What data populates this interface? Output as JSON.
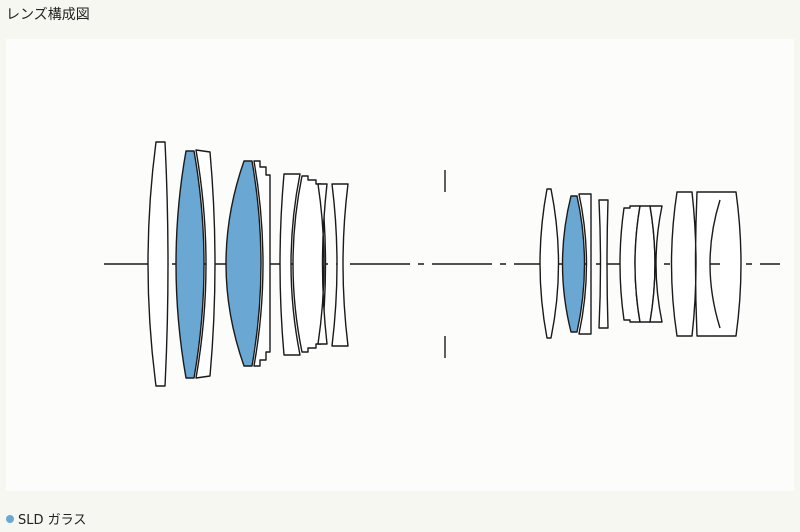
{
  "title": "レンズ構成図",
  "legend": {
    "label": "SLD ガラス"
  },
  "colors": {
    "sld": "#6aa8d3",
    "glass": "#ffffff",
    "line": "#1a1a1a"
  },
  "icons": {
    "legend_marker": "circle-dot"
  },
  "diagram": {
    "elements": [
      {
        "name": "front-group-element-1",
        "glass": "normal"
      },
      {
        "name": "front-group-element-2",
        "glass": "sld"
      },
      {
        "name": "front-group-element-3",
        "glass": "normal"
      },
      {
        "name": "front-group-element-4",
        "glass": "sld"
      },
      {
        "name": "front-group-element-5",
        "glass": "normal"
      },
      {
        "name": "front-group-element-6",
        "glass": "normal"
      },
      {
        "name": "front-group-element-7",
        "glass": "normal"
      },
      {
        "name": "front-group-element-8",
        "glass": "normal"
      },
      {
        "name": "front-group-element-9",
        "glass": "normal"
      },
      {
        "name": "rear-group-element-1",
        "glass": "normal"
      },
      {
        "name": "rear-group-element-2",
        "glass": "sld"
      },
      {
        "name": "rear-group-element-3",
        "glass": "normal"
      },
      {
        "name": "rear-group-element-4",
        "glass": "normal"
      },
      {
        "name": "rear-group-element-5",
        "glass": "normal"
      },
      {
        "name": "rear-group-element-6",
        "glass": "normal"
      },
      {
        "name": "rear-group-element-7",
        "glass": "normal"
      },
      {
        "name": "rear-group-element-8",
        "glass": "normal"
      }
    ]
  }
}
